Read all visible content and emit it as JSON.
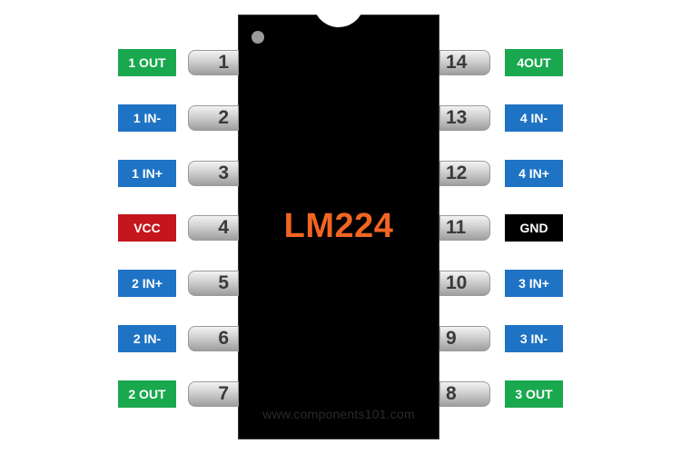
{
  "chip": {
    "label": "LM224",
    "label_color": "#f26522",
    "watermark": "www.components101.com"
  },
  "colors": {
    "output": "#1aa84f",
    "input": "#1f73c4",
    "power": "#c4161c",
    "ground": "#000000"
  },
  "pins_left": [
    {
      "number": "1",
      "label": "1 OUT",
      "color": "#1aa84f"
    },
    {
      "number": "2",
      "label": "1 IN-",
      "color": "#1f73c4"
    },
    {
      "number": "3",
      "label": "1 IN+",
      "color": "#1f73c4"
    },
    {
      "number": "4",
      "label": "VCC",
      "color": "#c4161c"
    },
    {
      "number": "5",
      "label": "2 IN+",
      "color": "#1f73c4"
    },
    {
      "number": "6",
      "label": "2 IN-",
      "color": "#1f73c4"
    },
    {
      "number": "7",
      "label": "2 OUT",
      "color": "#1aa84f"
    }
  ],
  "pins_right": [
    {
      "number": "14",
      "label": "4OUT",
      "color": "#1aa84f"
    },
    {
      "number": "13",
      "label": "4 IN-",
      "color": "#1f73c4"
    },
    {
      "number": "12",
      "label": "4 IN+",
      "color": "#1f73c4"
    },
    {
      "number": "11",
      "label": "GND",
      "color": "#000000"
    },
    {
      "number": "10",
      "label": "3 IN+",
      "color": "#1f73c4"
    },
    {
      "number": "9",
      "label": "3 IN-",
      "color": "#1f73c4"
    },
    {
      "number": "8",
      "label": "3 OUT",
      "color": "#1aa84f"
    }
  ]
}
